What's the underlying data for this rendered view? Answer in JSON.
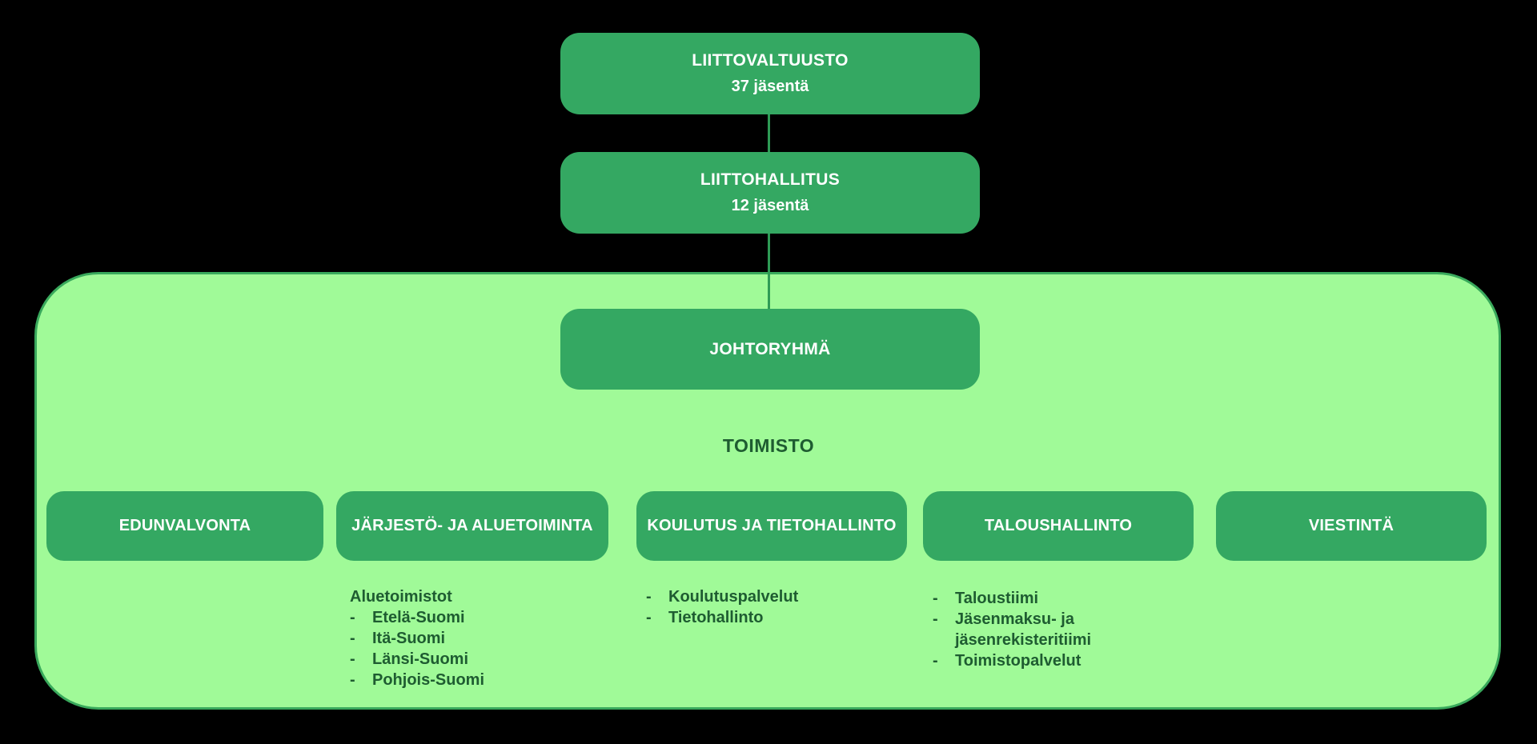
{
  "colors": {
    "background": "#000000",
    "box_green": "#34A862",
    "container_fill": "#A0FA98",
    "container_border": "#39A95C",
    "connector": "#2E9B55",
    "dark_text": "#1E5C31",
    "box_text": "#FFFFFF"
  },
  "glyphs": {
    "list_marker": "-"
  },
  "hierarchy": [
    {
      "title": "LIITTOVALTUUSTO",
      "subtitle": "37 jäsentä"
    },
    {
      "title": "LIITTOHALLITUS",
      "subtitle": "12 jäsentä"
    },
    {
      "title": "JOHTORYHMÄ"
    }
  ],
  "office": {
    "label": "TOIMISTO",
    "departments": [
      {
        "name": "EDUNVALVONTA",
        "items_heading": "",
        "items": []
      },
      {
        "name": "JÄRJESTÖ- JA ALUETOIMINTA",
        "items_heading": "Aluetoimistot",
        "items": [
          "Etelä-Suomi",
          "Itä-Suomi",
          "Länsi-Suomi",
          "Pohjois-Suomi"
        ]
      },
      {
        "name": "KOULUTUS JA TIETOHALLINTO",
        "items_heading": "",
        "items": [
          "Koulutuspalvelut",
          "Tietohallinto"
        ]
      },
      {
        "name": "TALOUSHALLINTO",
        "items_heading": "",
        "items": [
          "Taloustiimi",
          "Jäsenmaksu- ja jäsenrekisteritiimi",
          "Toimistopalvelut"
        ]
      },
      {
        "name": "VIESTINTÄ",
        "items_heading": "",
        "items": []
      }
    ]
  }
}
